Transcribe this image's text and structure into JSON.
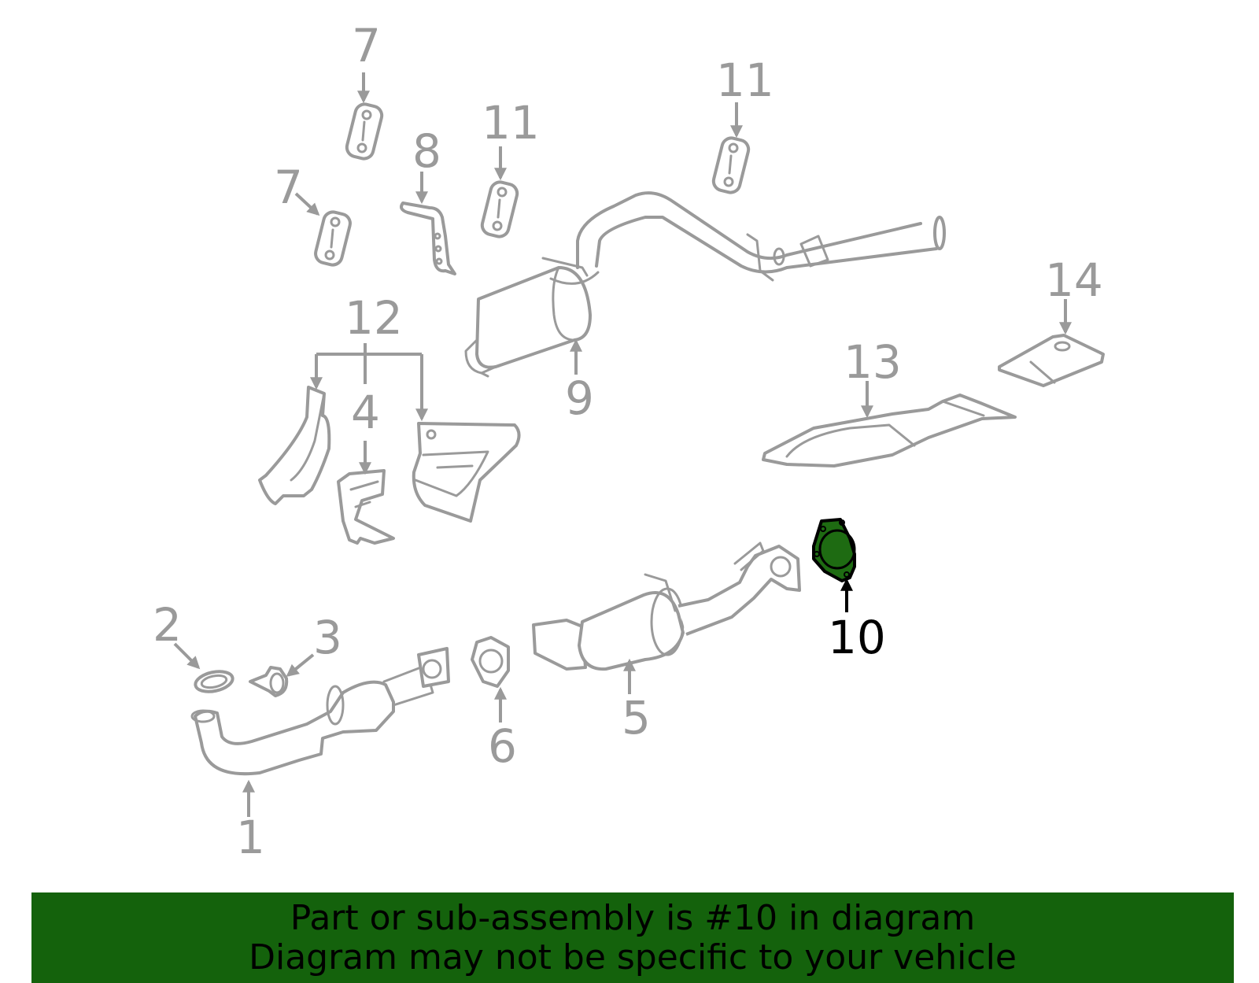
{
  "callouts": {
    "c1": "1",
    "c2": "2",
    "c3": "3",
    "c4": "4",
    "c5": "5",
    "c6": "6",
    "c7a": "7",
    "c7b": "7",
    "c8": "8",
    "c9": "9",
    "c10": "10",
    "c11a": "11",
    "c11b": "11",
    "c12": "12",
    "c13": "13",
    "c14": "14"
  },
  "highlight": {
    "part_number": "10",
    "color": "#1e6b12"
  },
  "banner": {
    "line1": "Part or sub-assembly is #10 in diagram",
    "line2": "Diagram may not be specific to your vehicle",
    "background": "#14620c"
  },
  "colors": {
    "line": "#9a9a9a",
    "highlight_stroke": "#000000"
  }
}
